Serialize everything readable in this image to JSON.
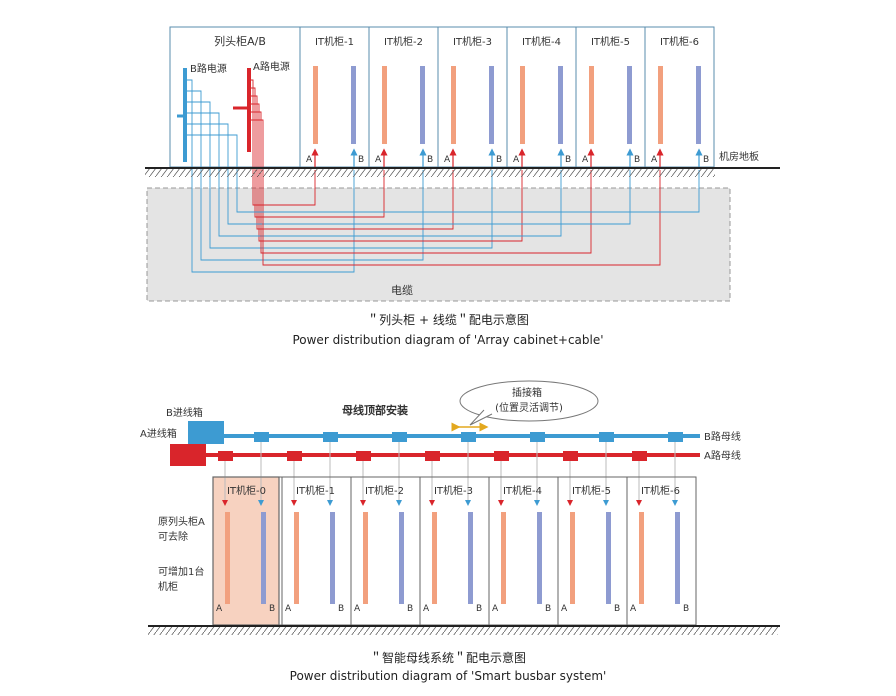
{
  "top": {
    "head_cabinet": "列头柜A/B",
    "b_power": "B路电源",
    "a_power": "A路电源",
    "cabinets": [
      "IT机柜-1",
      "IT机柜-2",
      "IT机柜-3",
      "IT机柜-4",
      "IT机柜-5",
      "IT机柜-6"
    ],
    "port_a": "A",
    "port_b": "B",
    "floor": "机房地板",
    "cable": "电缆",
    "caption_cn": "＂列头柜 + 线缆＂配电示意图",
    "caption_en": "Power distribution diagram of 'Array cabinet+cable'"
  },
  "bottom": {
    "b_box": "B进线箱",
    "a_box": "A进线箱",
    "busbar_top": "母线顶部安装",
    "plugin_line1": "插接箱",
    "plugin_line2": "(位置灵活调节)",
    "b_bus": "B路母线",
    "a_bus": "A路母线",
    "cabinets": [
      "IT机柜-0",
      "IT机柜-1",
      "IT机柜-2",
      "IT机柜-3",
      "IT机柜-4",
      "IT机柜-5",
      "IT机柜-6"
    ],
    "note1_line1": "原列头柜A",
    "note1_line2": "可去除",
    "note2_line1": "可增加1台",
    "note2_line2": "机柜",
    "port_a": "A",
    "port_b": "B",
    "caption_cn": "＂智能母线系统＂配电示意图",
    "caption_en": "Power distribution diagram of 'Smart busbar system'"
  },
  "colors": {
    "red": "#d9252b",
    "blue": "#3d9bd2",
    "salmon": "#f2a07e",
    "lavender": "#8e9bd1",
    "frame": "#5a8cae",
    "cable_box": "#e4e4e4",
    "highlight": "#f7d2c0",
    "arrow": "#e3a81f"
  }
}
